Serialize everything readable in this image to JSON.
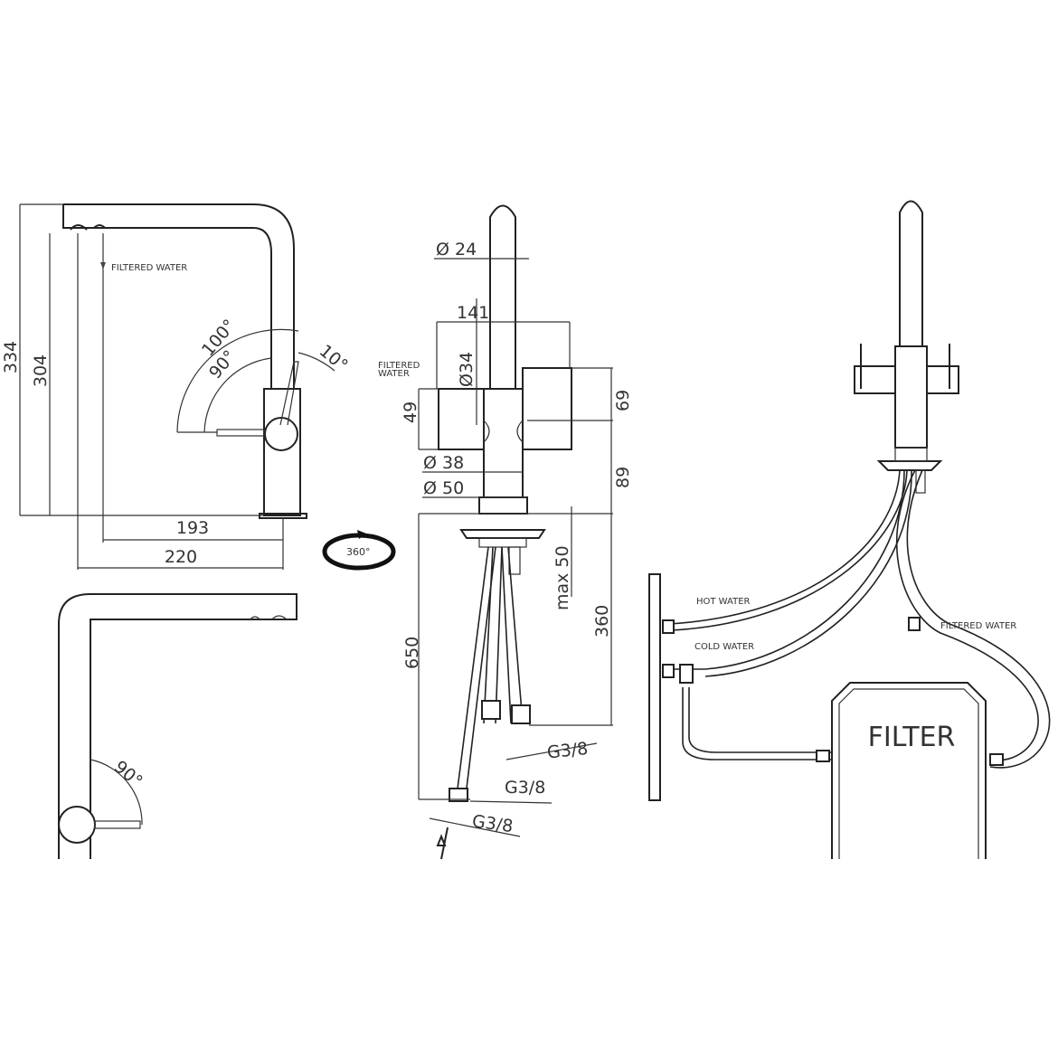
{
  "side_view": {
    "height_total": "334",
    "height_spout": "304",
    "reach_outlet": "193",
    "reach_total": "220",
    "lever_angle_outer": "100°",
    "lever_angle_inner": "90°",
    "lever_angle_back": "10°",
    "filtered_label": "FILTERED WATER",
    "rotation": "360°"
  },
  "top_view": {
    "lever_angle": "90°"
  },
  "front_view": {
    "dia_spout": "Ø 24",
    "width_handles": "141",
    "dia_handle": "Ø34",
    "filtered_label_line1": "FILTERED",
    "filtered_label_line2": "WATER",
    "h_left_handle": "49",
    "h_right_handle": "69",
    "dia_38": "Ø 38",
    "dia_50": "Ø 50",
    "h_body": "89",
    "max_deck": "max 50",
    "hose_length_short": "360",
    "hose_length_long": "650",
    "thread_1": "G3/8",
    "thread_2": "G3/8",
    "thread_3": "G3/8"
  },
  "installation": {
    "hot": "HOT WATER",
    "cold": "COLD WATER",
    "filtered": "FILTERED WATER",
    "filter": "FILTER"
  }
}
